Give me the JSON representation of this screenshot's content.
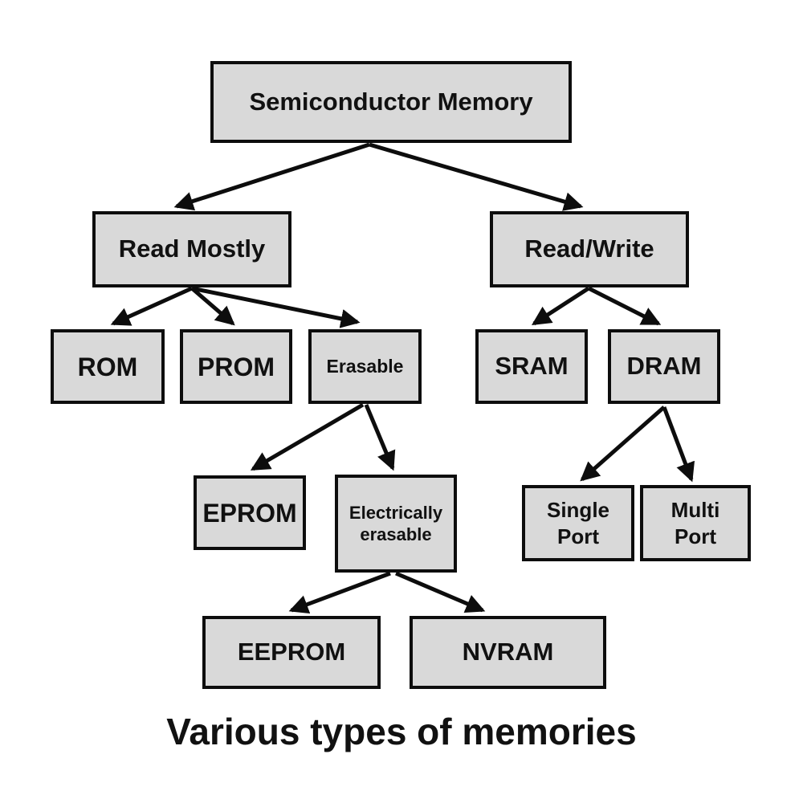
{
  "diagram": {
    "caption": "Various types of memories",
    "colors": {
      "background": "#ffffff",
      "node_fill": "#d9d9d9",
      "node_border": "#0d0d0d",
      "arrow": "#0d0d0d",
      "text": "#111111"
    },
    "nodes": {
      "semiconductor": {
        "label": "Semiconductor Memory"
      },
      "read_mostly": {
        "label": "Read Mostly"
      },
      "read_write": {
        "label": "Read/Write"
      },
      "rom": {
        "label": "ROM"
      },
      "prom": {
        "label": "PROM"
      },
      "erasable": {
        "label": "Erasable"
      },
      "sram": {
        "label": "SRAM"
      },
      "dram": {
        "label": "DRAM"
      },
      "eprom": {
        "label": "EPROM"
      },
      "electrically_erasable": {
        "label": "Electrically erasable"
      },
      "single_port": {
        "label": "Single Port"
      },
      "multi_port": {
        "label": "Multi Port"
      },
      "eeprom": {
        "label": "EEPROM"
      },
      "nvram": {
        "label": "NVRAM"
      }
    },
    "edges": [
      {
        "from": "semiconductor",
        "to": "read_mostly"
      },
      {
        "from": "semiconductor",
        "to": "read_write"
      },
      {
        "from": "read_mostly",
        "to": "rom"
      },
      {
        "from": "read_mostly",
        "to": "prom"
      },
      {
        "from": "read_mostly",
        "to": "erasable"
      },
      {
        "from": "erasable",
        "to": "eprom"
      },
      {
        "from": "erasable",
        "to": "electrically_erasable"
      },
      {
        "from": "electrically_erasable",
        "to": "eeprom"
      },
      {
        "from": "electrically_erasable",
        "to": "nvram"
      },
      {
        "from": "read_write",
        "to": "sram"
      },
      {
        "from": "read_write",
        "to": "dram"
      },
      {
        "from": "dram",
        "to": "single_port"
      },
      {
        "from": "dram",
        "to": "multi_port"
      }
    ]
  }
}
